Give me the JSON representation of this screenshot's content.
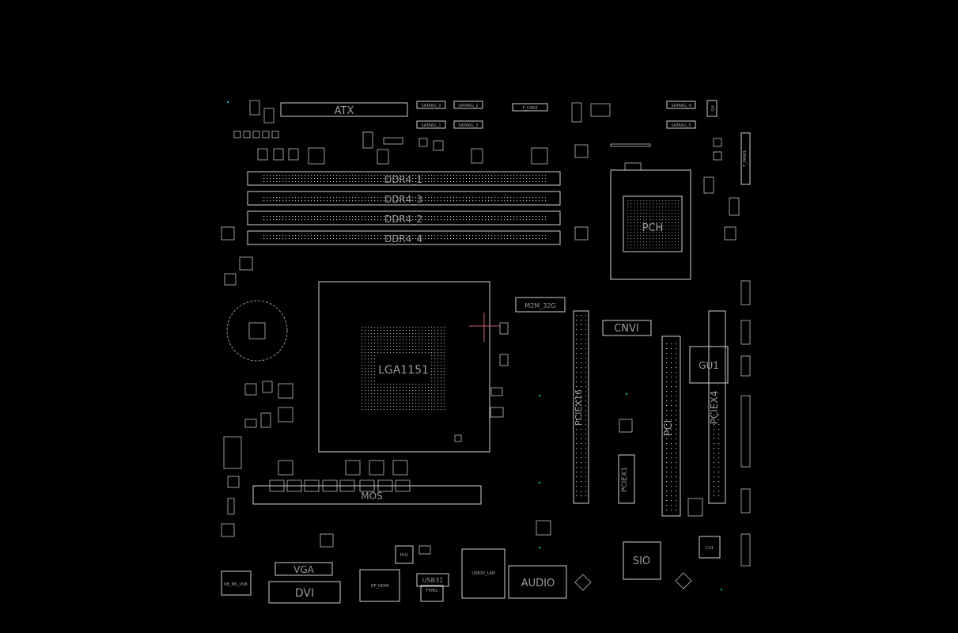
{
  "view": {
    "background": "#000000",
    "outline_color": "#cfcfcf",
    "cursor_color": "#c06070",
    "marker_color": "#00c0c0"
  },
  "components": {
    "atx": "ATX",
    "sata0": "SATA6G_0",
    "sata1": "SATA6G_1",
    "sata2": "SATA6G_2",
    "sata3": "SATA6G_3",
    "sata4": "SATA6G_4",
    "sata5": "SATA6G_5",
    "f_usb3": "F_USB3",
    "q4": "Q4",
    "f_panel": "F_PANEL",
    "ddr1": "DDR4_1",
    "ddr3": "DDR4_3",
    "ddr2": "DDR4_2",
    "ddr4": "DDR4_4",
    "pch": "PCH",
    "cpu": "LGA1151",
    "m2": "M2M_32G",
    "cnvi": "CNVI",
    "pciex16": "PCIEX16",
    "pciex1": "PCIEX1",
    "pci": "PCI",
    "pciex4": "PCIEX4",
    "gu1": "GU1",
    "mos": "MOS",
    "vga": "VGA",
    "dvi": "DVI",
    "kb": "KB_MS_USB",
    "dp": "DP_HDMI",
    "usb31": "USB31",
    "typec": "TYPEC",
    "lan": "USB30_LAN",
    "audio": "AUDIO",
    "sio": "SIO",
    "cu1": "CU1",
    "hu1": "HU1"
  }
}
